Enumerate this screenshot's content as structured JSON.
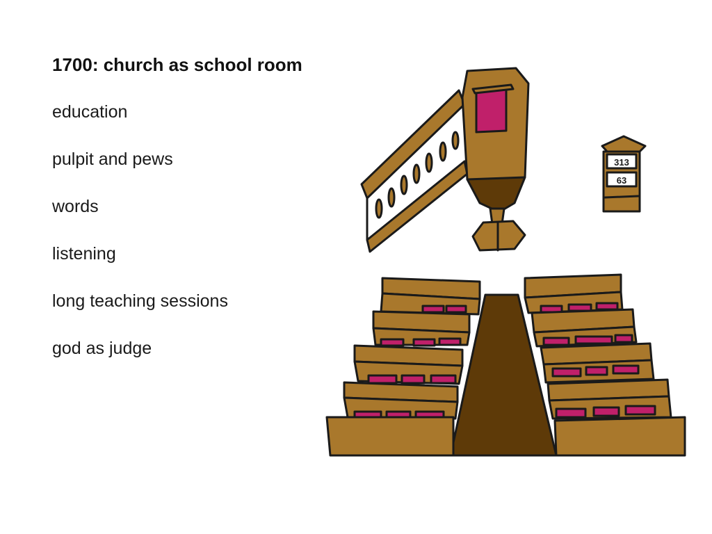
{
  "slide": {
    "title": "1700: church as school room",
    "bullets": [
      "education",
      "pulpit and pews",
      "words",
      "listening",
      "long teaching sessions",
      "god as judge"
    ]
  },
  "illustration": {
    "hymn_board_numbers": [
      "313",
      "63"
    ],
    "colors": {
      "wood": "#A9782C",
      "dark_wood": "#5E3A08",
      "cushion": "#C0206A",
      "outline": "#1A1A1A"
    }
  }
}
